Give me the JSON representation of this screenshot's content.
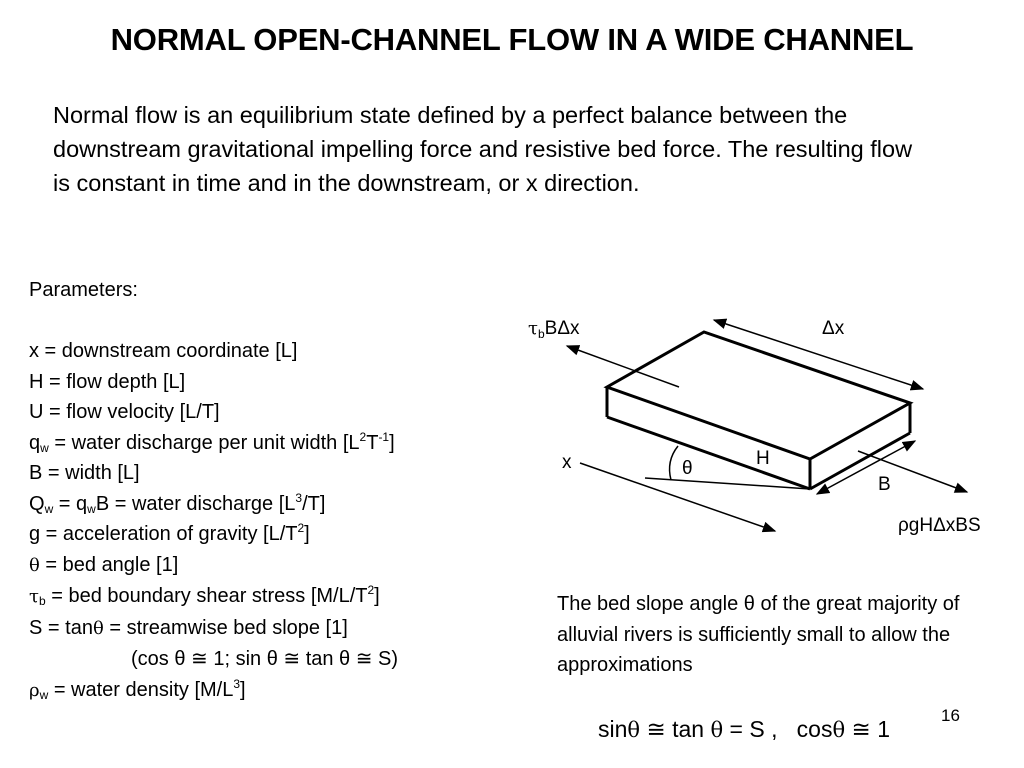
{
  "title": "NORMAL OPEN-CHANNEL FLOW IN A WIDE CHANNEL",
  "intro": "Normal flow is an equilibrium state defined by a perfect balance between  the downstream gravitational impelling force and resistive bed force.  The resulting flow is constant in time and in the downstream, or x direction.",
  "parameters": {
    "heading": "Parameters:",
    "x_def": "x = downstream coordinate [L]",
    "H_def": "H = flow depth [L]",
    "U_def": "U = flow velocity [L/T]",
    "qw": {
      "q": "q",
      "sub": "w",
      "text": " = water discharge per unit width  [L",
      "sup1": "2",
      "t": "T",
      "sup2": "-1",
      "end": "]"
    },
    "B_def": "B = width [L]",
    "Qw": {
      "Q": "Q",
      "sub1": "w",
      "mid": " = q",
      "sub2": "w",
      "text": "B = water discharge [L",
      "sup": "3",
      "end": "/T]"
    },
    "g": {
      "text": "g = acceleration of gravity [L/T",
      "sup": "2",
      "end": "]"
    },
    "theta": {
      "sym": "θ",
      "text": " = bed angle [1]"
    },
    "tau": {
      "sym": "τ",
      "sub": "b",
      "text": " = bed boundary shear stress [M/L/T",
      "sup": "2",
      "end": "]"
    },
    "S": {
      "a": "S = tan",
      "sym": "θ",
      "b": " = streamwise bed slope [1]"
    },
    "approx": "(cos θ ≅ 1; sin θ ≅ tan θ ≅ S)",
    "rho": {
      "sym": "ρ",
      "sub": "w",
      "text": " = water density [M/L",
      "sup": "3",
      "end": "]"
    }
  },
  "diagram": {
    "force_shear": "τ",
    "force_shear_sub": "b",
    "force_shear_rest": "BΔx",
    "dx": "Δx",
    "x": "x",
    "theta": "θ",
    "H": "H",
    "B": "B",
    "force_gravity": "ρgHΔxBS"
  },
  "note": "The bed slope angle θ of the great majority of alluvial rivers is sufficiently small to allow the approximations",
  "equation": {
    "sin": "sin",
    "theta": "θ",
    "approx": " ≅ ",
    "tan": "tan",
    "eq": " = ",
    "S": "S ,",
    "cos": "cos",
    "one": "1"
  },
  "page_number": "16"
}
